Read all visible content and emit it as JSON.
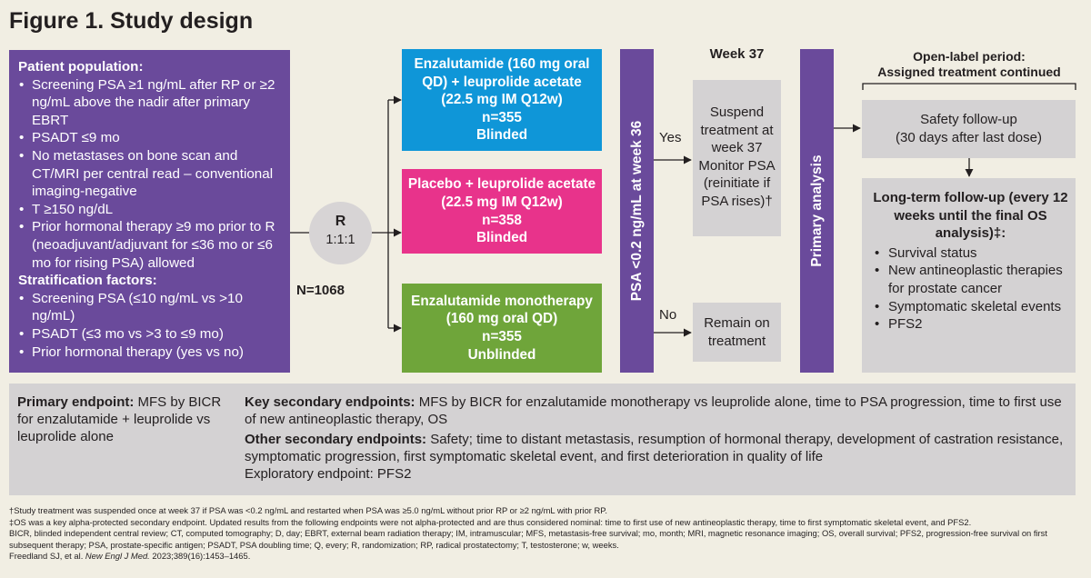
{
  "title": "Figure 1. Study design",
  "patient": {
    "population_heading": "Patient population:",
    "population_items": [
      "Screening PSA ≥1 ng/mL after RP or ≥2 ng/mL above the nadir after primary EBRT",
      "PSADT ≤9 mo",
      "No metastases on bone scan and CT/MRI per central read – conventional imaging-negative",
      "T ≥150 ng/dL",
      "Prior hormonal therapy ≥9 mo prior to R (neoadjuvant/adjuvant for ≤36 mo or ≤6 mo for rising PSA) allowed"
    ],
    "strat_heading": "Stratification factors:",
    "strat_items": [
      "Screening PSA (≤10 ng/mL vs >10 ng/mL)",
      "PSADT (≤3 mo vs >3 to ≤9 mo)",
      "Prior hormonal therapy (yes vs no)"
    ]
  },
  "randomization": {
    "label": "R",
    "ratio": "1:1:1",
    "n_total": "N=1068"
  },
  "arms": [
    {
      "lines": [
        "Enzalutamide (160 mg oral QD) + leuprolide acetate",
        "(22.5 mg IM Q12w)",
        "n=355",
        "Blinded"
      ],
      "color": "#0f96d8"
    },
    {
      "lines": [
        "Placebo + leuprolide acetate",
        "(22.5 mg IM Q12w)",
        "n=358",
        "Blinded"
      ],
      "color": "#e8338b"
    },
    {
      "lines": [
        "Enzalutamide monotherapy",
        "(160 mg oral QD)",
        "n=355",
        "Unblinded"
      ],
      "color": "#6fa53a"
    }
  ],
  "psa_bar": "PSA <0.2 ng/mL at week 36",
  "yes_label": "Yes",
  "no_label": "No",
  "week37": "Week 37",
  "suspend_text": [
    "Suspend treatment at week 37",
    "Monitor PSA (reinitiate if PSA rises)†"
  ],
  "remain_text": "Remain on treatment",
  "primary_analysis": "Primary analysis",
  "open_label": [
    "Open-label period:",
    "Assigned treatment continued"
  ],
  "safety": [
    "Safety follow-up",
    "(30 days after last dose)"
  ],
  "longterm": {
    "heading": "Long-term follow-up (every 12 weeks until the final OS analysis)‡:",
    "items": [
      "Survival status",
      "New antineoplastic therapies for prostate cancer",
      "Symptomatic skeletal events",
      "PFS2"
    ]
  },
  "endpoints": {
    "primary_label": "Primary endpoint:",
    "primary_text": " MFS by BICR for enzalutamide + leuprolide vs leuprolide alone",
    "key_label": "Key secondary endpoints:",
    "key_text": " MFS by BICR for enzalutamide monotherapy vs leuprolide alone, time to PSA progression, time to first use of new antineoplastic therapy, OS",
    "other_label": "Other secondary endpoints:",
    "other_text": " Safety; time to distant metastasis, resumption of hormonal therapy, development of castration resistance, symptomatic progression, first symptomatic skeletal event, and first deterioration in quality of life",
    "exploratory": "Exploratory endpoint: PFS2"
  },
  "footnotes": [
    "†Study treatment was suspended once at week 37 if PSA was <0.2 ng/mL and restarted when PSA was ≥5.0 ng/mL without prior RP or ≥2 ng/mL with prior RP.",
    "‡OS was a key alpha-protected secondary endpoint. Updated results from the following endpoints were not alpha-protected and are thus considered nominal: time to first use of new antineoplastic therapy, time to first symptomatic skeletal event, and PFS2.",
    "BICR, blinded independent central review; CT, computed tomography; D, day; EBRT, external beam radiation therapy; IM, intramuscular; MFS, metastasis-free survival; mo, month; MRI, magnetic resonance imaging; OS, overall survival; PFS2, progression-free survival on first subsequent therapy; PSA, prostate-specific antigen; PSADT, PSA doubling time; Q, every; R, randomization; RP, radical prostatectomy; T, testosterone; w, weeks."
  ],
  "citation": {
    "authors": "Freedland SJ, et al. ",
    "journal": "New Engl J Med.",
    "rest": " 2023;389(16):1453–1465."
  }
}
